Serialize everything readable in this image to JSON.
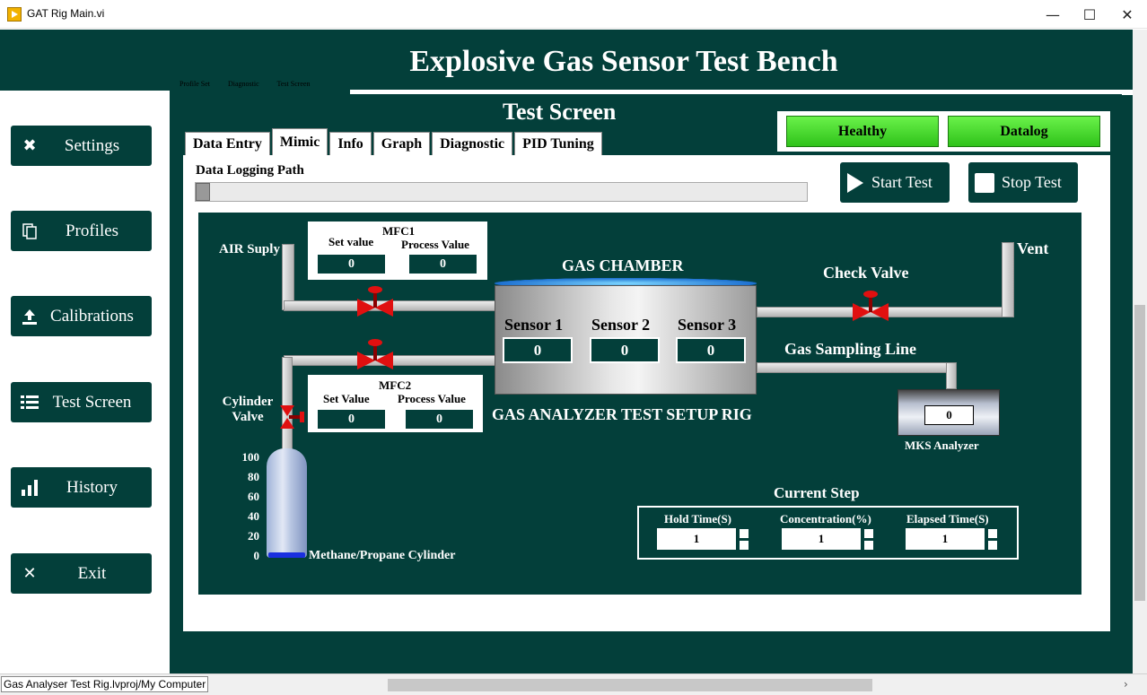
{
  "window": {
    "title": "GAT Rig Main.vi",
    "minimize": "—",
    "maximize": "☐",
    "close": "✕"
  },
  "header": {
    "title": "Explosive Gas Sensor Test Bench",
    "small_tabs": [
      "Profile Set",
      "Diagnostic",
      "Test Screen"
    ]
  },
  "sidebar": {
    "items": [
      {
        "label": "Settings",
        "icon": "wrench-screwdriver-icon"
      },
      {
        "label": "Profiles",
        "icon": "document-copy-icon"
      },
      {
        "label": "Calibrations",
        "icon": "upload-icon"
      },
      {
        "label": "Test Screen",
        "icon": "list-icon"
      },
      {
        "label": "History",
        "icon": "bar-chart-icon"
      },
      {
        "label": "Exit",
        "icon": "close-icon"
      }
    ]
  },
  "main": {
    "title": "Test Screen",
    "status_buttons": [
      "Healthy",
      "Datalog"
    ],
    "tabs": [
      "Data Entry",
      "Mimic",
      "Info",
      "Graph",
      "Diagnostic",
      "PID Tuning"
    ],
    "active_tab": "Mimic",
    "data_logging_path_label": "Data Logging Path",
    "start_test": "Start Test",
    "stop_test": "Stop Test"
  },
  "mimic": {
    "air_supply": "AIR Suply",
    "mfc1": {
      "title": "MFC1",
      "set_label": "Set value",
      "process_label": "Process Value",
      "set_value": "0",
      "process_value": "0"
    },
    "mfc2": {
      "title": "MFC2",
      "set_label": "Set Value",
      "process_label": "Process Value",
      "set_value": "0",
      "process_value": "0"
    },
    "cylinder_valve": "Cylinder Valve",
    "cylinder_label": "Methane/Propane Cylinder",
    "cylinder_scale": [
      "100",
      "80",
      "60",
      "40",
      "20",
      "0"
    ],
    "cylinder_level": 0.02,
    "gas_chamber": "GAS CHAMBER",
    "sensors": [
      {
        "label": "Sensor 1",
        "value": "0"
      },
      {
        "label": "Sensor 2",
        "value": "0"
      },
      {
        "label": "Sensor 3",
        "value": "0"
      }
    ],
    "check_valve": "Check Valve",
    "vent": "Vent",
    "gas_sampling_line": "Gas Sampling Line",
    "rig_title": "GAS ANALYZER TEST SETUP RIG",
    "mks_value": "0",
    "mks_label": "MKS Analyzer",
    "current_step": {
      "title": "Current Step",
      "hold_time_label": "Hold Time(S)",
      "concentration_label": "Concentration(%)",
      "elapsed_time_label": "Elapsed Time(S)",
      "hold_time": "1",
      "concentration": "1",
      "elapsed_time": "1"
    }
  },
  "statusbar": {
    "path": "Gas Analyser Test Rig.lvproj/My Computer"
  },
  "colors": {
    "panel": "#033f3a",
    "healthy": "#4cdc2e",
    "valve": "#e01010"
  }
}
